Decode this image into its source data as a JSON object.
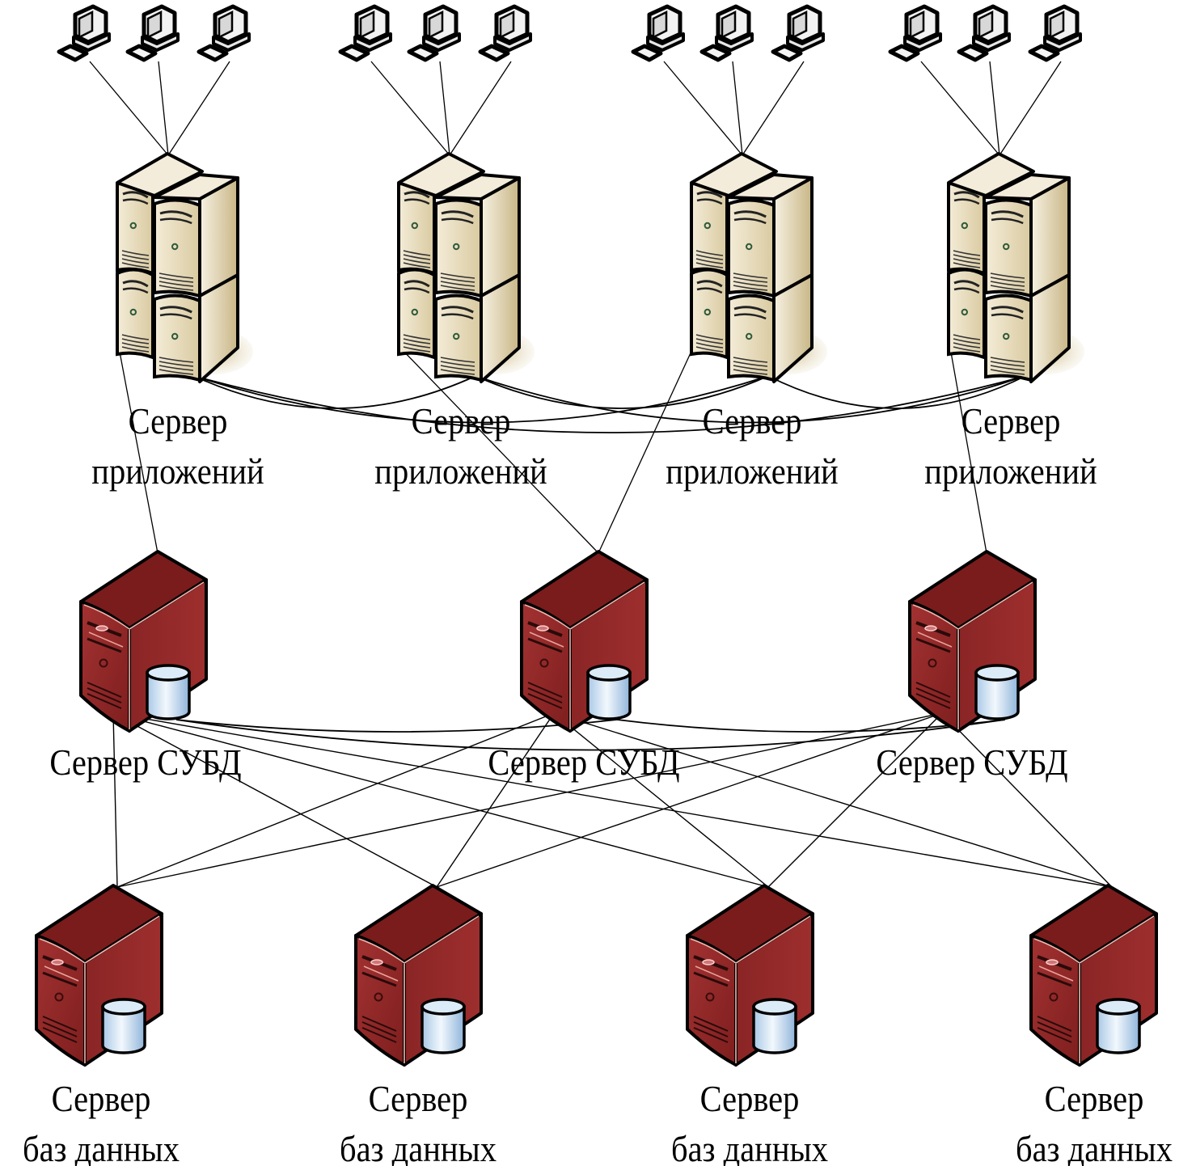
{
  "diagram": {
    "title": "",
    "colors": {
      "app_server_body": "#e8dcc0",
      "app_server_shadow": "#c9b98a",
      "db_server_body": "#8f2424",
      "db_server_dark": "#6e1a1a",
      "db_cylinder": "#cfe3f5",
      "line": "#000000"
    },
    "workstation_groups": [
      {
        "id": "ws-group-1",
        "count": 3,
        "connects_to": "app-1"
      },
      {
        "id": "ws-group-2",
        "count": 3,
        "connects_to": "app-2"
      },
      {
        "id": "ws-group-3",
        "count": 3,
        "connects_to": "app-3"
      },
      {
        "id": "ws-group-4",
        "count": 3,
        "connects_to": "app-4"
      }
    ],
    "app_servers": [
      {
        "id": "app-1",
        "label_line1": "Сервер",
        "label_line2": "приложений"
      },
      {
        "id": "app-2",
        "label_line1": "Сервер",
        "label_line2": "приложений"
      },
      {
        "id": "app-3",
        "label_line1": "Сервер",
        "label_line2": "приложений"
      },
      {
        "id": "app-4",
        "label_line1": "Сервер",
        "label_line2": "приложений"
      }
    ],
    "dbms_servers": [
      {
        "id": "dbms-1",
        "label": "Сервер СУБД"
      },
      {
        "id": "dbms-2",
        "label": "Сервер СУБД"
      },
      {
        "id": "dbms-3",
        "label": "Сервер СУБД"
      }
    ],
    "db_servers": [
      {
        "id": "db-1",
        "label_line1": "Сервер",
        "label_line2": "баз данных"
      },
      {
        "id": "db-2",
        "label_line1": "Сервер",
        "label_line2": "баз данных"
      },
      {
        "id": "db-3",
        "label_line1": "Сервер",
        "label_line2": "баз данных"
      },
      {
        "id": "db-4",
        "label_line1": "Сервер",
        "label_line2": "баз данных"
      }
    ],
    "links": {
      "app_to_app": [
        [
          "app-1",
          "app-2"
        ],
        [
          "app-1",
          "app-3"
        ],
        [
          "app-1",
          "app-4"
        ],
        [
          "app-2",
          "app-3"
        ],
        [
          "app-2",
          "app-4"
        ],
        [
          "app-3",
          "app-4"
        ]
      ],
      "app_to_dbms": [
        [
          "app-1",
          "dbms-1"
        ],
        [
          "app-2",
          "dbms-2"
        ],
        [
          "app-3",
          "dbms-2"
        ],
        [
          "app-4",
          "dbms-3"
        ]
      ],
      "dbms_to_dbms": [
        [
          "dbms-1",
          "dbms-2"
        ],
        [
          "dbms-1",
          "dbms-3"
        ],
        [
          "dbms-2",
          "dbms-3"
        ]
      ],
      "dbms_to_db": [
        [
          "dbms-1",
          "db-1"
        ],
        [
          "dbms-1",
          "db-2"
        ],
        [
          "dbms-1",
          "db-3"
        ],
        [
          "dbms-1",
          "db-4"
        ],
        [
          "dbms-2",
          "db-1"
        ],
        [
          "dbms-2",
          "db-2"
        ],
        [
          "dbms-2",
          "db-3"
        ],
        [
          "dbms-2",
          "db-4"
        ],
        [
          "dbms-3",
          "db-1"
        ],
        [
          "dbms-3",
          "db-2"
        ],
        [
          "dbms-3",
          "db-3"
        ],
        [
          "dbms-3",
          "db-4"
        ]
      ]
    }
  }
}
